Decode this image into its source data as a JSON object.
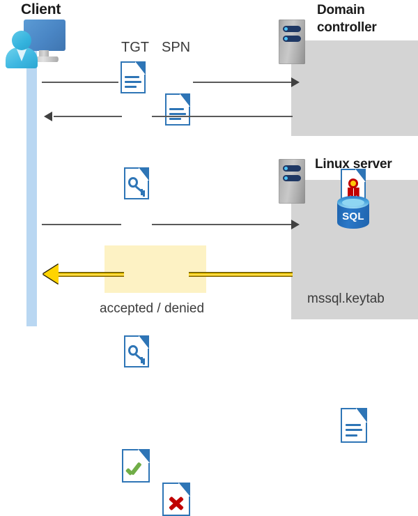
{
  "diagram": {
    "title": "Kerberos authentication flow between client, domain controller and Linux server",
    "type": "sequence-flow"
  },
  "actors": {
    "client": {
      "label": "Client",
      "icon": "client-monitor-user-icon"
    },
    "domain_controller": {
      "label": "Domain controller",
      "label_line1": "Domain",
      "label_line2": "controller",
      "icon": "server-tower-icon"
    },
    "linux_server": {
      "label": "Linux server",
      "icon": "server-tower-icon"
    }
  },
  "messages": {
    "request": {
      "tgt_label": "TGT",
      "spn_label": "SPN",
      "direction": "client-to-domain-controller"
    },
    "ticket_response": {
      "direction": "domain-controller-to-client",
      "icon": "key-document-icon"
    },
    "service_request": {
      "direction": "client-to-linux-server",
      "icon": "key-document-icon"
    },
    "result": {
      "direction": "linux-server-to-client",
      "caption": "accepted / denied",
      "accepted_icon": "check-document-icon",
      "denied_icon": "x-document-icon"
    }
  },
  "assets": {
    "certificate": {
      "icon": "certificate-document-icon"
    },
    "sql_database": {
      "label": "SQL",
      "icon": "sql-database-icon"
    },
    "keytab": {
      "label": "mssql.keytab",
      "icon": "text-document-icon"
    }
  },
  "colors": {
    "doc_blue": "#2e75b6",
    "panel_gray": "#d4d4d4",
    "lifeline_blue": "#b9d7f2",
    "highlight_yellow": "#fdf2c4",
    "arrow_yellow": "#ffd400",
    "accept_green": "#70ad47",
    "deny_red": "#c00000",
    "seal_gold": "#ffc80a",
    "sql_blue": "#2a78c8",
    "connector_gray": "#595959"
  }
}
